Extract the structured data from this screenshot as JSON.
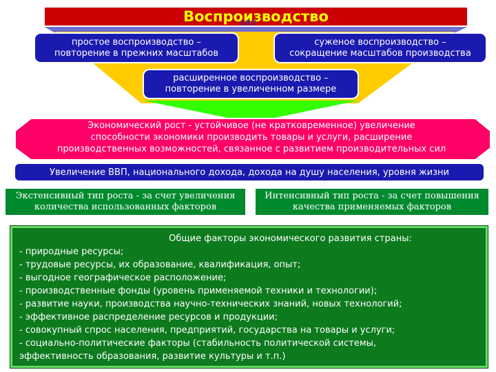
{
  "title": {
    "main": "Воспроизводство",
    "ghost": "ВВП"
  },
  "reproduction": {
    "simple": [
      "простое воспроизводство –",
      "повторение в прежних масштабов"
    ],
    "narrowed": [
      "суженое воспроизводство –",
      "сокращение масштабов производства"
    ],
    "extended": [
      "расширенное воспроизводство –",
      "повторение в увеличенном размере"
    ]
  },
  "growth": {
    "definition": [
      "Экономический рост - устойчивое (не кратковременное) увеличение",
      "способности экономики производить товары и услуги, расширение",
      "производственных возможностей, связанное с развитием производительных сил"
    ],
    "indicators": "Увеличение ВВП, национального дохода, дохода на душу населения, уровня жизни"
  },
  "growth_types": {
    "extensive": [
      "Экстенсивный тип роста - за счет увеличения",
      "количества использованных факторов"
    ],
    "intensive": [
      "Интенсивный тип роста - за счет повышения",
      "качества применяемых факторов"
    ]
  },
  "factors": {
    "heading": "Общие факторы экономического развития страны:",
    "items": [
      "- природные ресурсы;",
      "- трудовые ресурсы, их образование, квалификация, опыт;",
      "- выгодное географическое расположение;",
      "- производственные фонды (уровень применяемой техники и технологии);",
      "- развитие науки, производства научно-технических знаний, новых технологий;",
      "- эффективное распределение ресурсов и продукции;",
      "- совокупный спрос населения, предприятий, государства на товары и услуги;",
      "- социально-политические факторы (стабильность политической системы,",
      "эффективность образования, развитие культуры и т.п.)"
    ]
  },
  "colors": {
    "title_bg": "#cc0000",
    "title_text": "#ffff00",
    "funnel_top": "#6e6fcf",
    "funnel_yellow": "#ffcc00",
    "funnel_green": "#33ff00",
    "blue_box": "#1a1ab0",
    "growth_octagon": "#ff0066",
    "green_box": "#008a2e"
  }
}
